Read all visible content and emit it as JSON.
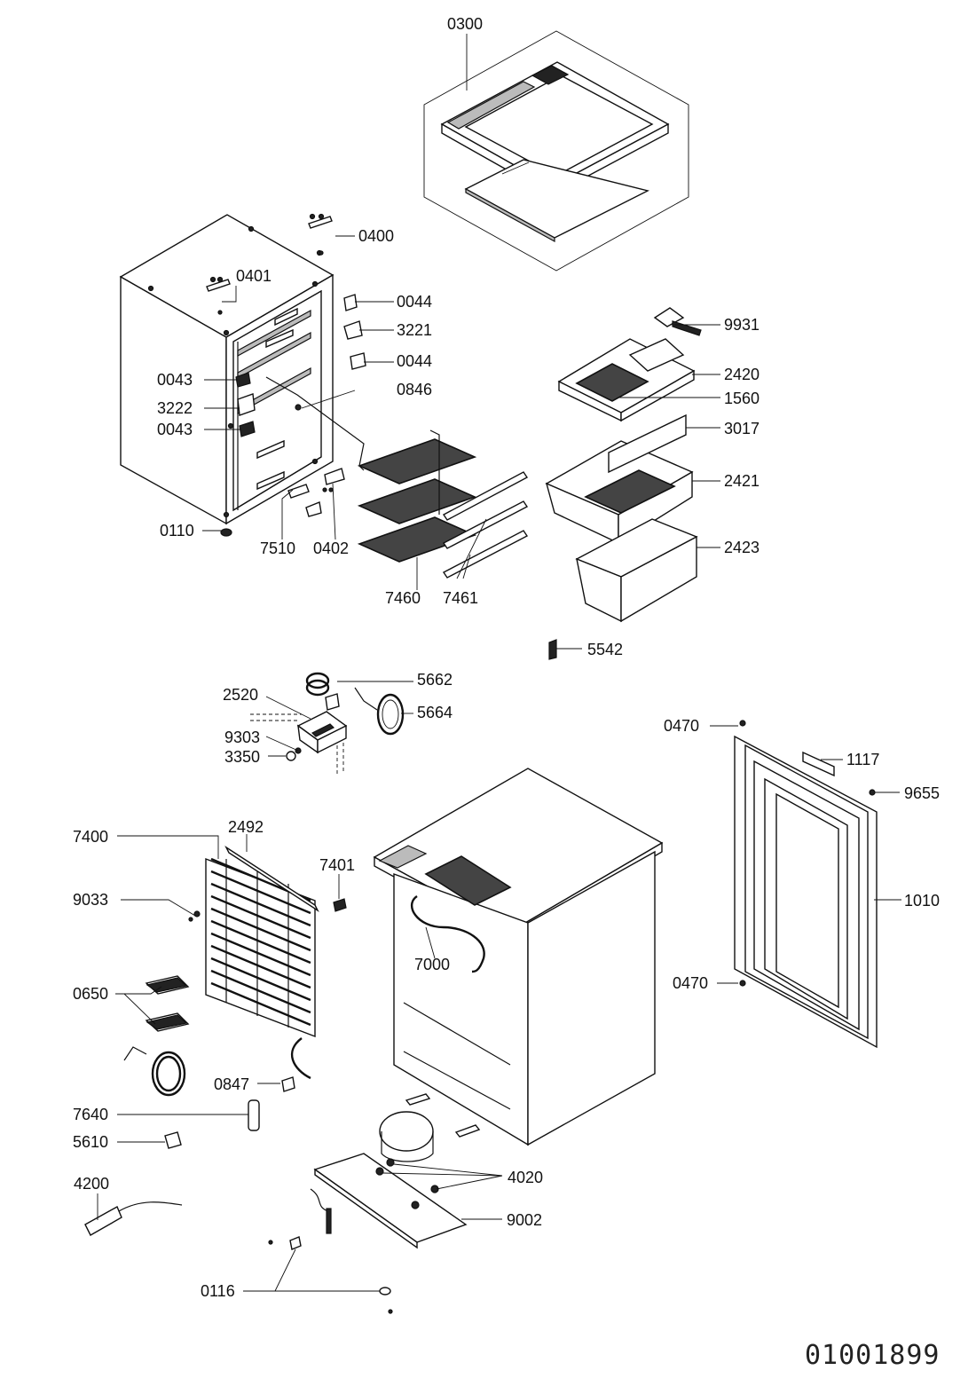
{
  "document_number": "01001899",
  "part_labels": {
    "p0300": "0300",
    "p0400": "0400",
    "p0401": "0401",
    "p0044a": "0044",
    "p3221": "3221",
    "p0044b": "0044",
    "p0043a": "0043",
    "p0846": "0846",
    "p3222": "3222",
    "p0043b": "0043",
    "p0110": "0110",
    "p7510": "7510",
    "p0402": "0402",
    "p7460": "7460",
    "p7461": "7461",
    "p9931": "9931",
    "p2420": "2420",
    "p1560": "1560",
    "p3017": "3017",
    "p2421": "2421",
    "p2423": "2423",
    "p5542": "5542",
    "p5662": "5662",
    "p2520": "2520",
    "p5664": "5664",
    "p9303": "9303",
    "p3350": "3350",
    "p0470a": "0470",
    "p1117": "1117",
    "p9655": "9655",
    "p7400": "7400",
    "p2492": "2492",
    "p7401": "7401",
    "p9033": "9033",
    "p1010": "1010",
    "p7000": "7000",
    "p0470b": "0470",
    "p0650": "0650",
    "p0847": "0847",
    "p7640": "7640",
    "p5610": "5610",
    "p4020": "4020",
    "p4200": "4200",
    "p9002": "9002",
    "p0116": "0116"
  }
}
